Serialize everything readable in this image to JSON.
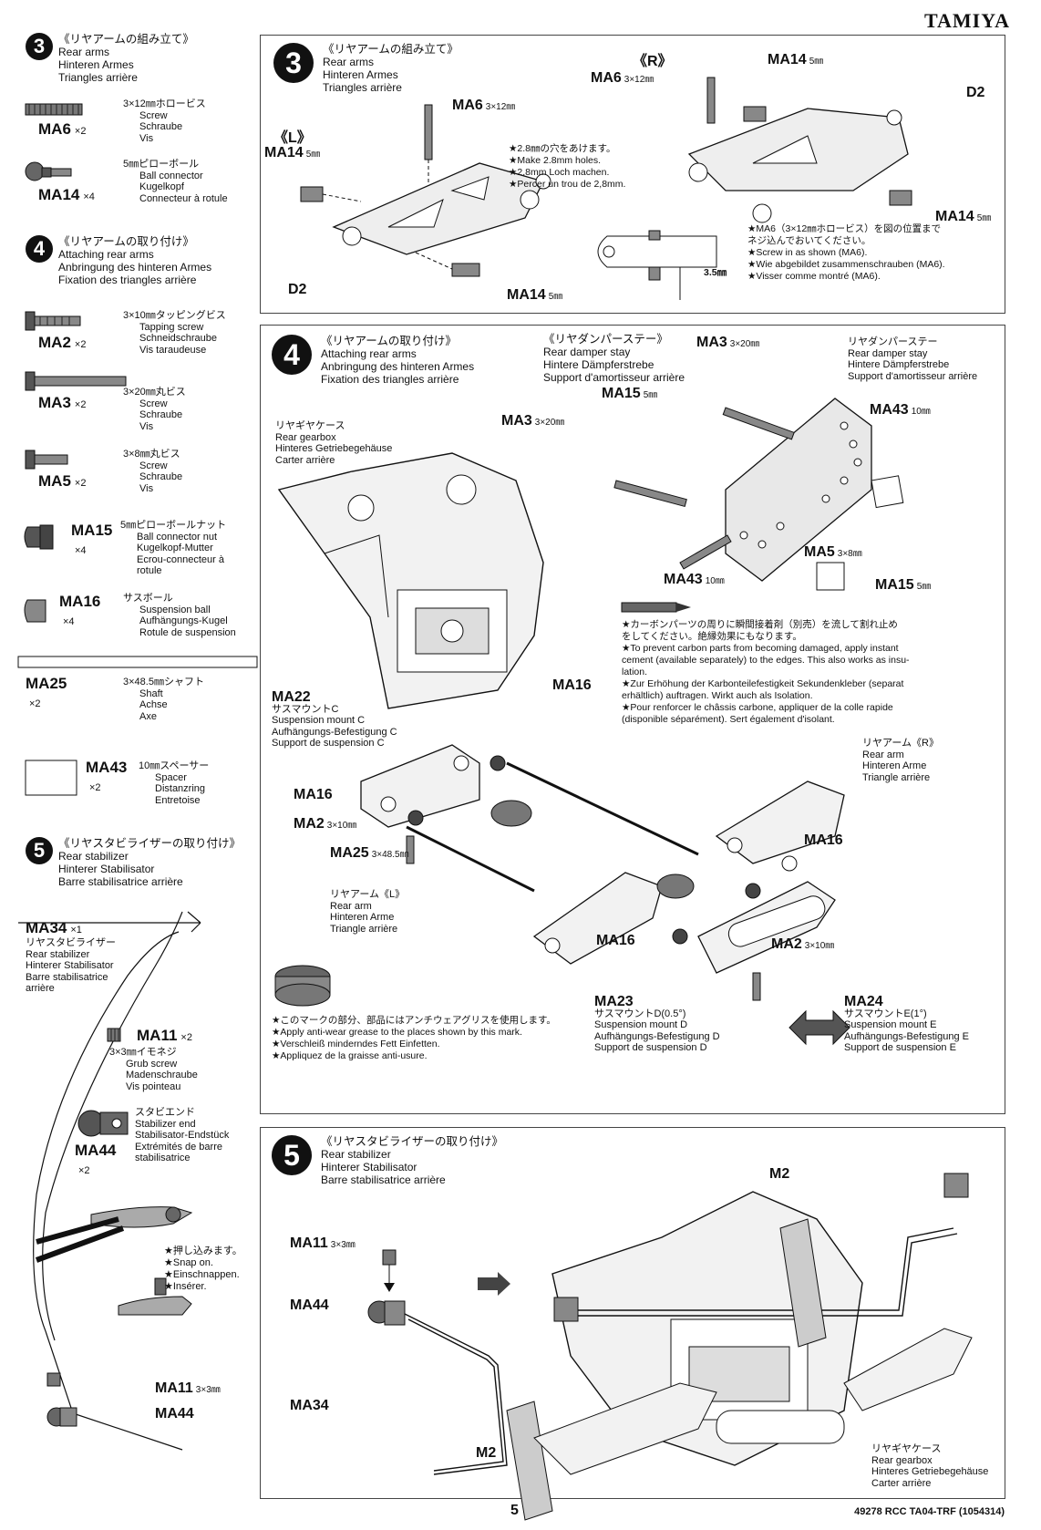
{
  "brand": "TAMIYA",
  "sidebar": {
    "step3": {
      "num": "3",
      "jp": "《リヤアームの組み立て》",
      "en": "Rear arms",
      "de": "Hinteren Armes",
      "fr": "Triangles arrière"
    },
    "step4": {
      "num": "4",
      "jp": "《リヤアームの取り付け》",
      "en": "Attaching rear arms",
      "de": "Anbringung des hinteren Armes",
      "fr": "Fixation des triangles arrière"
    },
    "step5": {
      "num": "5",
      "jp": "《リヤスタビライザーの取り付け》",
      "en": "Rear stabilizer",
      "de": "Hinterer Stabilisator",
      "fr": "Barre stabilisatrice arrière"
    },
    "parts3": [
      {
        "code": "MA6",
        "qty": "×2",
        "desc": [
          "3×12㎜ホロービス",
          "Screw",
          "Schraube",
          "Vis"
        ]
      },
      {
        "code": "MA14",
        "qty": "×4",
        "desc": [
          "5㎜ピローボール",
          "Ball connector",
          "Kugelkopf",
          "Connecteur à rotule"
        ]
      }
    ],
    "parts4": [
      {
        "code": "MA2",
        "qty": "×2",
        "desc": [
          "3×10㎜タッピングビス",
          "Tapping screw",
          "Schneidschraube",
          "Vis taraudeuse"
        ]
      },
      {
        "code": "MA3",
        "qty": "×2",
        "desc": [
          "3×20㎜丸ビス",
          "Screw",
          "Schraube",
          "Vis"
        ]
      },
      {
        "code": "MA5",
        "qty": "×2",
        "desc": [
          "3×8㎜丸ビス",
          "Screw",
          "Schraube",
          "Vis"
        ]
      },
      {
        "code": "MA15",
        "qty": "×4",
        "desc": [
          "5㎜ピローボールナット",
          "Ball connector nut",
          "Kugelkopf-Mutter",
          "Ecrou-connecteur à",
          "rotule"
        ]
      },
      {
        "code": "MA16",
        "qty": "×4",
        "desc": [
          "サスボール",
          "Suspension ball",
          "Aufhängungs-Kugel",
          "Rotule de suspension"
        ]
      },
      {
        "code": "MA25",
        "qty": "×2",
        "desc": [
          "3×48.5㎜シャフト",
          "Shaft",
          "Achse",
          "Axe"
        ]
      },
      {
        "code": "MA43",
        "qty": "×2",
        "desc": [
          "10㎜スペーサー",
          "Spacer",
          "Distanzring",
          "Entretoise"
        ]
      }
    ],
    "parts5": [
      {
        "code": "MA34",
        "qty": "×1",
        "desc": [
          "リヤスタビライザー",
          "Rear stabilizer",
          "Hinterer Stabilisator",
          "Barre stabilisatrice",
          "arrière"
        ]
      },
      {
        "code": "MA11",
        "qty": "×2",
        "desc": [
          "3×3㎜イモネジ",
          "Grub screw",
          "Madenschraube",
          "Vis pointeau"
        ]
      },
      {
        "code": "MA44",
        "qty": "×2",
        "desc": [
          "スタビエンド",
          "Stabilizer end",
          "Stabilisator-Endstück",
          "Extrémités de barre",
          "stabilisatrice"
        ]
      }
    ],
    "snap_note": [
      "★押し込みます。",
      "★Snap on.",
      "★Einschnappen.",
      "★Insérer."
    ],
    "bottom_labels": {
      "ma11": "MA11",
      "ma11_size": "3×3㎜",
      "ma44": "MA44"
    }
  },
  "panel3": {
    "num": "3",
    "jp": "《リヤアームの組み立て》",
    "en": "Rear arms",
    "de": "Hinteren Armes",
    "fr": "Triangles arrière",
    "left_tag": "《L》",
    "right_tag": "《R》",
    "labels": {
      "ma6": "MA6",
      "ma6_size": "3×12㎜",
      "ma14": "MA14",
      "ma14_size": "5㎜",
      "d2": "D2"
    },
    "hole_note": [
      "★2.8㎜の穴をあけます。",
      "★Make 2.8mm holes.",
      "★2,8mm Loch machen.",
      "★Percer un trou de 2,8mm."
    ],
    "screw_note": [
      "★MA6（3×12㎜ホロービス）を図の位置まで",
      "ネジ込んでおいてください。",
      "★Screw in as shown (MA6).",
      "★Wie abgebildet zusammenschrauben (MA6).",
      "★Visser comme montré (MA6)."
    ],
    "dimension": "3.5㎜"
  },
  "panel4": {
    "num": "4",
    "jp": "《リヤアームの取り付け》",
    "en": "Attaching rear arms",
    "de": "Anbringung des hinteren Armes",
    "fr": "Fixation des triangles arrière",
    "stay": {
      "jp": "《リヤダンパーステー》",
      "en": "Rear damper stay",
      "de": "Hintere Dämpferstrebe",
      "fr": "Support d'amortisseur arrière"
    },
    "stay_cap": [
      "リヤダンパーステー",
      "Rear damper stay",
      "Hintere Dämpferstrebe",
      "Support d'amortisseur arrière"
    ],
    "gearbox_cap": [
      "リヤギヤケース",
      "Rear gearbox",
      "Hinteres Getriebegehäuse",
      "Carter arrière"
    ],
    "ma22_cap": {
      "code": "MA22",
      "lines": [
        "サスマウントC",
        "Suspension mount C",
        "Aufhängungs-Befestigung C",
        "Support de suspension C"
      ]
    },
    "arm_r_cap": [
      "リヤアーム《R》",
      "Rear arm",
      "Hinteren Arme",
      "Triangle arrière"
    ],
    "arm_l_cap": [
      "リヤアーム《L》",
      "Rear arm",
      "Hinteren Arme",
      "Triangle arrière"
    ],
    "ma23_cap": {
      "code": "MA23",
      "lines": [
        "サスマウントD(0.5°)",
        "Suspension mount D",
        "Aufhängungs-Befestigung D",
        "Support de suspension D"
      ]
    },
    "ma24_cap": {
      "code": "MA24",
      "lines": [
        "サスマウントE(1°)",
        "Suspension mount E",
        "Aufhängungs-Befestigung E",
        "Support de suspension E"
      ]
    },
    "labels": {
      "ma3": "MA3",
      "ma3_size": "3×20㎜",
      "ma15": "MA15",
      "ma15_size": "5㎜",
      "ma43": "MA43",
      "ma43_size": "10㎜",
      "ma5": "MA5",
      "ma5_size": "3×8㎜",
      "ma16": "MA16",
      "ma2": "MA2",
      "ma2_size": "3×10㎜",
      "ma25": "MA25",
      "ma25_size": "3×48.5㎜"
    },
    "glue_note": [
      "★カーボンパーツの周りに瞬間接着剤（別売）を流して割れ止め",
      "をしてください。絶縁効果にもなります。",
      "★To prevent carbon parts from becoming damaged, apply instant",
      "cement (available separately) to the edges. This also works as insu-",
      "lation.",
      "★Zur Erhöhung der Karbonteilefestigkeit Sekundenkleber (separat",
      "erhältlich) auftragen. Wirkt auch als Isolation.",
      "★Pour renforcer le châssis carbone, appliquer de la colle rapide",
      "(disponible séparément). Sert également d'isolant."
    ],
    "grease_note": [
      "★このマークの部分、部品にはアンチウェアグリスを使用します。",
      "★Apply anti-wear grease to the places shown by this mark.",
      "★Verschleiß minderndes Fett Einfetten.",
      "★Appliquez de la graisse anti-usure."
    ]
  },
  "panel5": {
    "num": "5",
    "jp": "《リヤスタビライザーの取り付け》",
    "en": "Rear stabilizer",
    "de": "Hinterer Stabilisator",
    "fr": "Barre stabilisatrice arrière",
    "labels": {
      "ma11": "MA11",
      "ma11_size": "3×3㎜",
      "ma44": "MA44",
      "ma34": "MA34",
      "m2": "M2"
    },
    "gearbox_cap": [
      "リヤギヤケース",
      "Rear gearbox",
      "Hinteres Getriebegehäuse",
      "Carter arrière"
    ]
  },
  "footer": {
    "page": "5",
    "code": "49278  RCC TA04-TRF (1054314)"
  }
}
